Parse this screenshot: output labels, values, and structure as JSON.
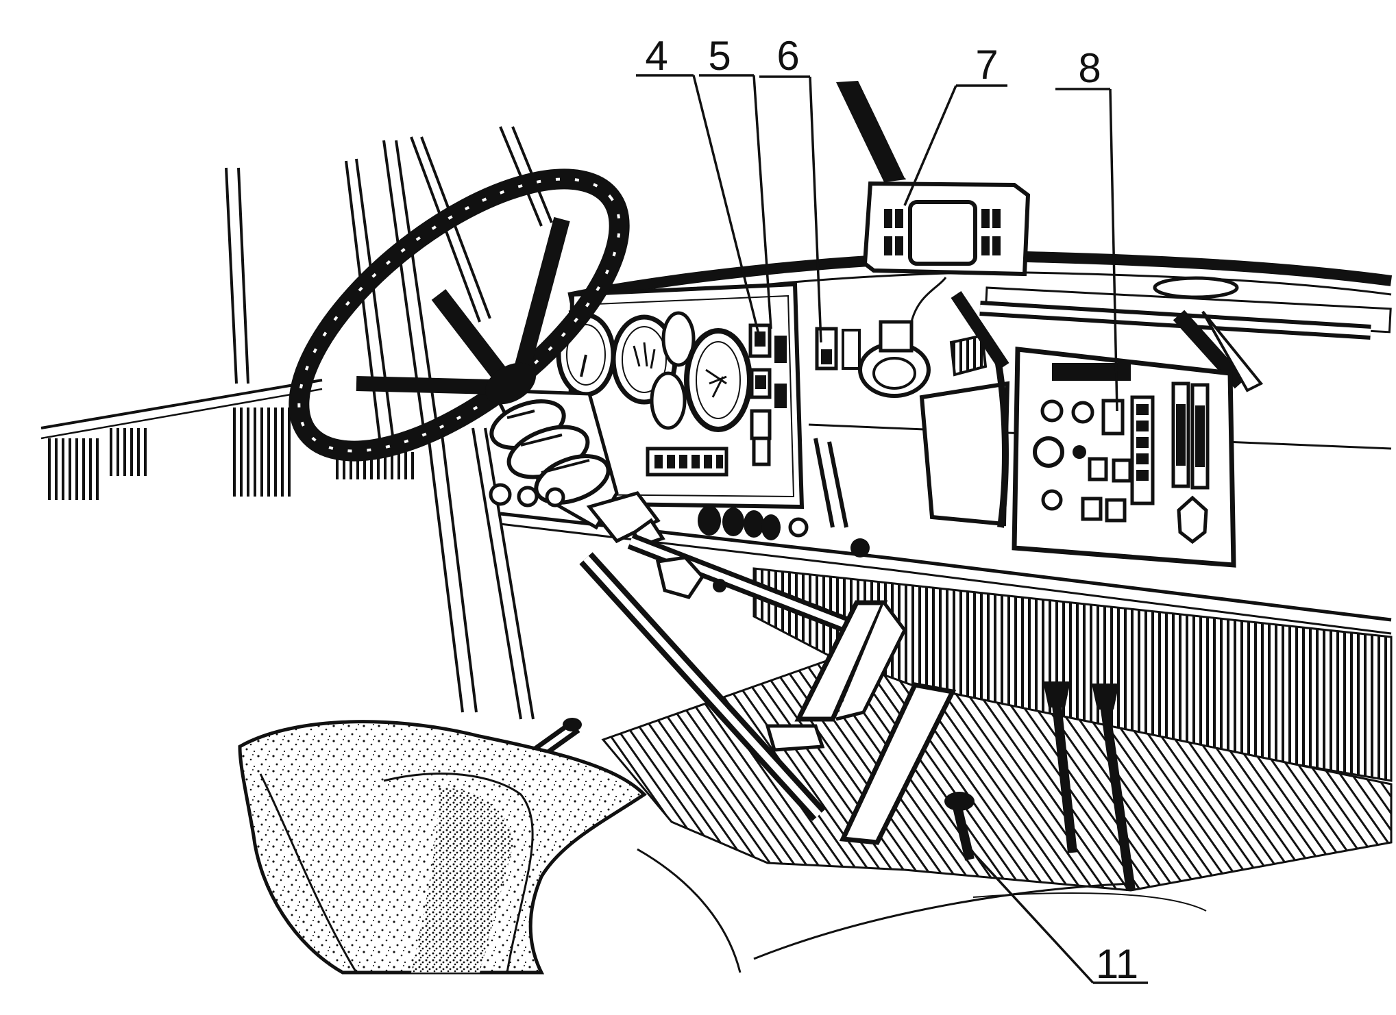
{
  "diagram": {
    "ink_color": "#111111",
    "paper_color": "#ffffff",
    "callouts": [
      {
        "id": "4",
        "label": "4"
      },
      {
        "id": "5",
        "label": "5"
      },
      {
        "id": "6",
        "label": "6"
      },
      {
        "id": "7",
        "label": "7"
      },
      {
        "id": "8",
        "label": "8"
      },
      {
        "id": "11",
        "label": "11"
      }
    ]
  }
}
